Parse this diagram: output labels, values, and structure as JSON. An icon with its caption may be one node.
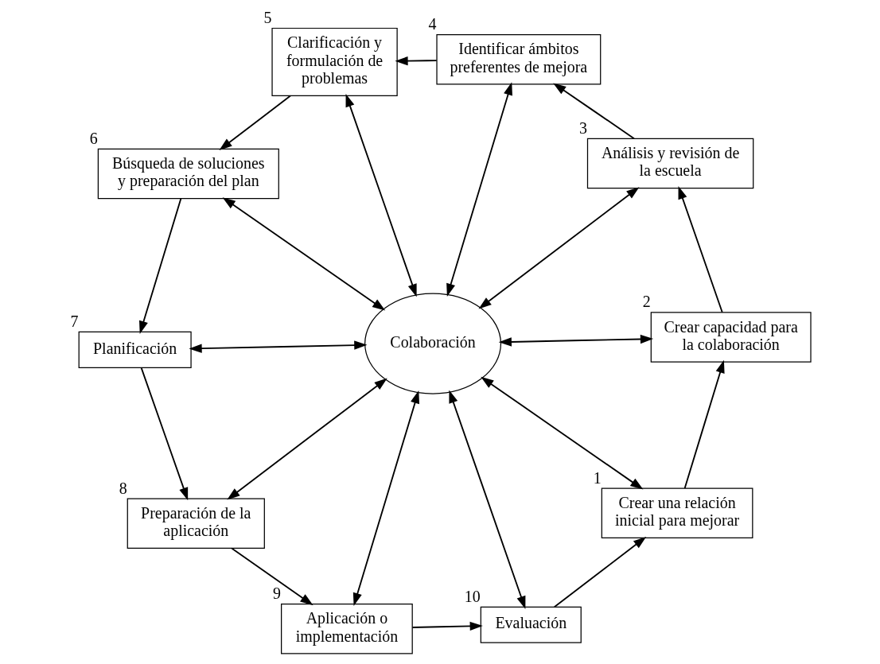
{
  "diagram": {
    "nodes": [
      {
        "text": [
          "Crear una relación inicial para mejorar"
        ],
        "beside": [
          "1"
        ]
      },
      {
        "text": [
          "Crear capacidad para la colaboración"
        ],
        "beside": [
          "2"
        ]
      },
      {
        "text": [
          "Análisis y revisión de la escuela"
        ],
        "beside": [
          "3"
        ]
      },
      {
        "text": [
          "Identificar ámbitos preferentes de mejora"
        ],
        "beside": [
          "4"
        ]
      },
      {
        "text": [
          "Clarificación y formulación de problemas"
        ],
        "beside": [
          "5"
        ]
      },
      {
        "text": [
          "Búsqueda de soluciones y preparación del plan"
        ],
        "beside": [
          "6"
        ]
      },
      {
        "text": [
          "Planificación"
        ],
        "beside": [
          "7"
        ]
      },
      {
        "text": [
          "Preparación de la aplicación"
        ],
        "beside": [
          "8"
        ]
      },
      {
        "text": [
          "Aplicación o implementación"
        ],
        "beside": [
          "9"
        ]
      },
      {
        "text": [
          "Evaluación"
        ],
        "beside": [
          "10"
        ]
      },
      {
        "text": [
          "Colaboración"
        ]
      }
    ],
    "edges": [
      {
        "from": 0,
        "to": 1,
        "arrow": "to"
      },
      {
        "from": 1,
        "to": 2,
        "arrow": "to"
      },
      {
        "from": 2,
        "to": 3,
        "arrow": "to"
      },
      {
        "from": 3,
        "to": 4,
        "arrow": "to"
      },
      {
        "from": 4,
        "to": 5,
        "arrow": "to"
      },
      {
        "from": 5,
        "to": 6,
        "arrow": "to"
      },
      {
        "from": 6,
        "to": 7,
        "arrow": "to"
      },
      {
        "from": 7,
        "to": 8,
        "arrow": "to"
      },
      {
        "from": 8,
        "to": 9,
        "arrow": "to"
      },
      {
        "from": 9,
        "to": 0,
        "arrow": "to"
      },
      {
        "from": 10,
        "to": 0,
        "arrow": "both"
      },
      {
        "from": 10,
        "to": 1,
        "arrow": "both"
      },
      {
        "from": 10,
        "to": 2,
        "arrow": "both"
      },
      {
        "from": 10,
        "to": 3,
        "arrow": "both"
      },
      {
        "from": 10,
        "to": 4,
        "arrow": "both"
      },
      {
        "from": 10,
        "to": 5,
        "arrow": "both"
      },
      {
        "from": 10,
        "to": 6,
        "arrow": "both"
      },
      {
        "from": 10,
        "to": 7,
        "arrow": "both"
      },
      {
        "from": 10,
        "to": 8,
        "arrow": "both"
      },
      {
        "from": 10,
        "to": 9,
        "arrow": "both"
      }
    ]
  }
}
